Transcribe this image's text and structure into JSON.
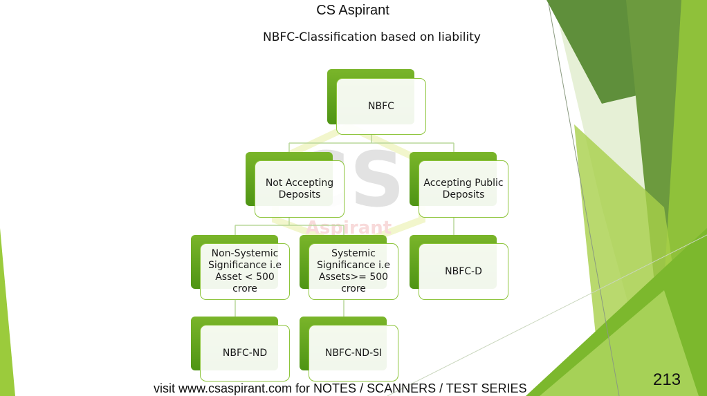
{
  "header": {
    "title": "CS Aspirant"
  },
  "slide": {
    "title": "NBFC-Classification based on liability",
    "page_number": "213"
  },
  "watermark": {
    "text": "CS",
    "subtext": "Aspirant"
  },
  "diagram": {
    "nodes": {
      "root": "NBFC",
      "not_accepting": "Not Accepting Deposits",
      "accepting": "Accepting Public Deposits",
      "non_systemic": "Non-Systemic Significance i.e Asset < 500 crore",
      "systemic": "Systemic Significance i.e Assets>= 500 crore",
      "nbfc_d": "NBFC-D",
      "nbfc_nd": "NBFC-ND",
      "nbfc_nd_si": "NBFC-ND-SI"
    }
  },
  "footer": {
    "text": "visit www.csaspirant.com for NOTES / SCANNERS / TEST SERIES"
  },
  "colors": {
    "accent_green": "#6aa823",
    "light_green": "#9bcb3c",
    "dark_green": "#4e7f1f"
  }
}
